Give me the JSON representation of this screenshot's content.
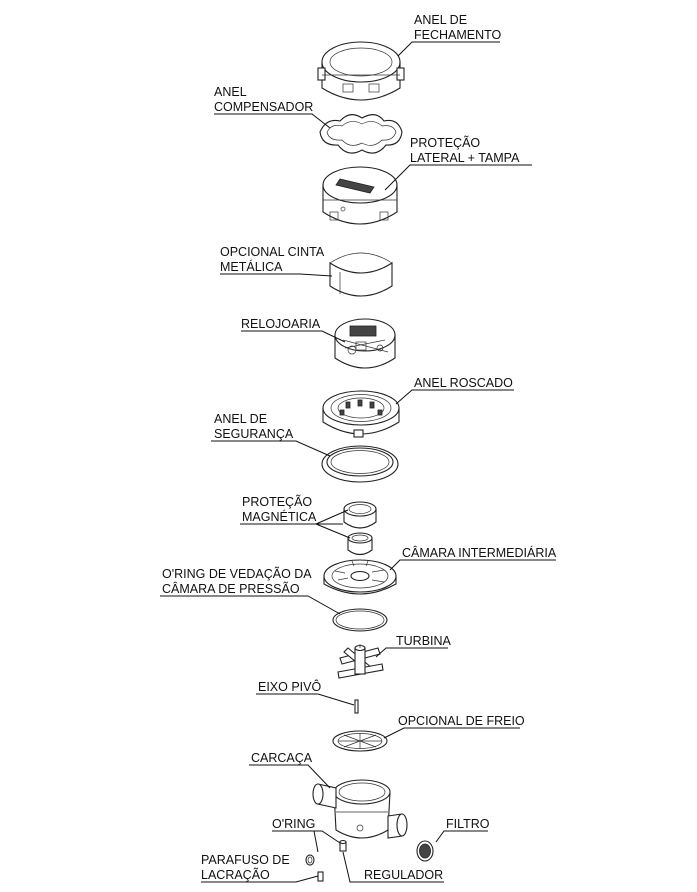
{
  "labels": {
    "anel_fechamento": [
      "ANEL DE",
      "FECHAMENTO"
    ],
    "anel_compensador": [
      "ANEL",
      "COMPENSADOR"
    ],
    "protecao_lateral": [
      "PROTEÇÃO",
      "LATERAL + TAMPA"
    ],
    "cinta_metalica": [
      "OPCIONAL CINTA",
      "METÁLICA"
    ],
    "relojoaria": [
      "RELOJOARIA"
    ],
    "anel_roscado": [
      "ANEL  ROSCADO"
    ],
    "anel_seguranca": [
      "ANEL DE",
      "SEGURANÇA"
    ],
    "protecao_magnetica": [
      "PROTEÇÃO",
      "MAGNÉTICA"
    ],
    "camara_intermediaria": [
      "CÂMARA INTERMEDIÁRIA"
    ],
    "oring_vedacao": [
      "O'RING DE VEDAÇÃO DA",
      "CÂMARA DE PRESSÃO"
    ],
    "turbina": [
      "TURBINA"
    ],
    "eixo_pivo": [
      "EIXO PIVÔ"
    ],
    "opcional_freio": [
      "OPCIONAL DE FREIO"
    ],
    "carcaca": [
      "CARCAÇA"
    ],
    "oring": [
      "O'RING"
    ],
    "filtro": [
      "FILTRO"
    ],
    "parafuso_lacracao": [
      "PARAFUSO DE",
      "LACRAÇÃO"
    ],
    "regulador": [
      "REGULADOR"
    ]
  }
}
